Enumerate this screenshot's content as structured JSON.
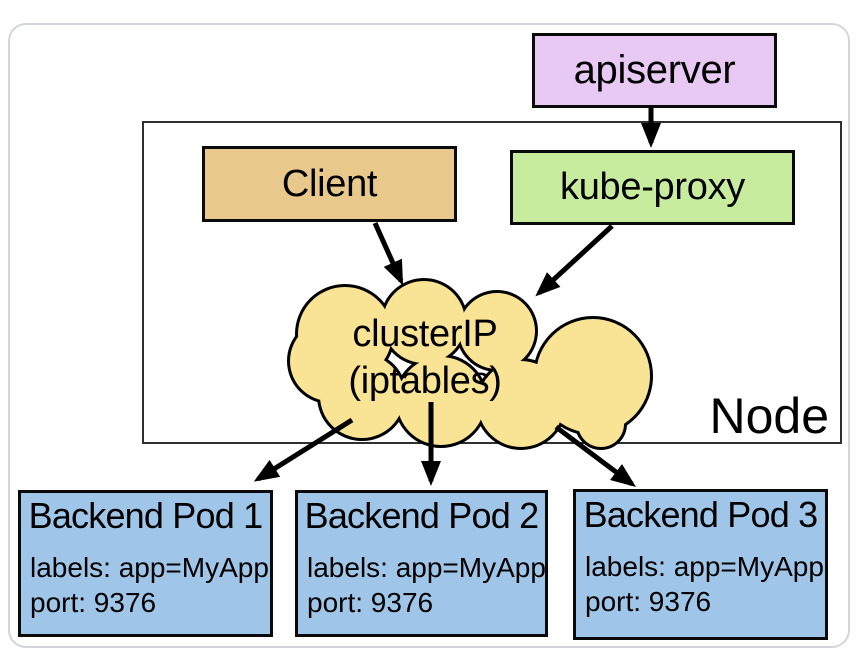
{
  "diagram": {
    "apiserver": {
      "label": "apiserver"
    },
    "node": {
      "label": "Node"
    },
    "client": {
      "label": "Client"
    },
    "kube_proxy": {
      "label": "kube-proxy"
    },
    "cluster_ip": {
      "line1": "clusterIP",
      "line2": "(iptables)"
    },
    "pods": [
      {
        "title": "Backend Pod 1",
        "labels": "labels: app=MyApp",
        "port": "port: 9376"
      },
      {
        "title": "Backend Pod 2",
        "labels": "labels: app=MyApp",
        "port": "port: 9376"
      },
      {
        "title": "Backend Pod 3",
        "labels": "labels: app=MyApp",
        "port": "port: 9376"
      }
    ],
    "colors": {
      "apiserver_fill": "#e7c9f3",
      "client_fill": "#e9c98b",
      "kube_proxy_fill": "#c7ec9e",
      "cluster_ip_fill": "#f8e494",
      "pod_fill": "#9fc5e8",
      "frame_border": "#d4d4dc",
      "line_color": "#000000"
    }
  }
}
